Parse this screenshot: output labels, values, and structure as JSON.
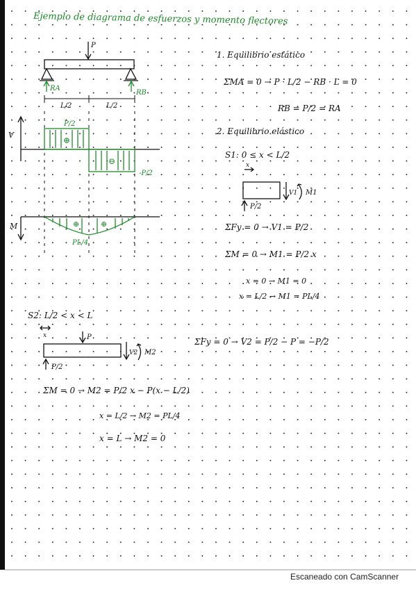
{
  "title": "Ejemplo de diagrama de esfuerzos y momento flectores",
  "beam_diagram": {
    "load": "P",
    "support_left": "RA",
    "support_right": "RB",
    "span_left": "L/2",
    "span_right": "L/2",
    "shear_axis": "V",
    "shear_top": "P/2",
    "shear_bottom": "-P/2",
    "shear_sign_left": "⊕",
    "shear_sign_right": "⊖",
    "moment_axis": "M",
    "moment_sign_left": "⊕",
    "moment_sign_right": "⊕",
    "moment_max": "PL/4"
  },
  "section1": {
    "heading": "1. Equilibrio estático",
    "eq1": "ΣMA = 0 → P · L/2 − RB · L = 0",
    "eq2": "RB = P/2 = RA"
  },
  "section2": {
    "heading": "2. Equilibrio elástico",
    "range": "S1: 0 ≤ x < L/2",
    "x_label": "x",
    "v_label": "V1",
    "m_label": "M1",
    "reaction": "P/2",
    "eq_fy": "ΣFy = 0 → V1 = P/2",
    "eq_m": "ΣM = 0 → M1 = P/2 x",
    "eval1": "x = 0 → M1 = 0",
    "eval2": "x = L/2 → M1 = PL/4"
  },
  "section3": {
    "range": "S2: L/2 < x < L",
    "x_label": "x",
    "load": "P",
    "v_label": "V2",
    "m_label": "M2",
    "reaction": "P/2",
    "eq_fy": "ΣFy = 0 → V2 = P/2 − P = −P/2",
    "eq_m": "ΣM = 0 → M2 = P/2 x − P(x − L/2)",
    "eval1": "x = L/2 → M2 = PL/4",
    "eval2": "x = L → M2 = 0"
  },
  "watermark": "Escaneado con CamScanner",
  "colors": {
    "ink": "#111111",
    "green": "#1d8a28",
    "dot": "#333333",
    "rule": "#000000"
  }
}
